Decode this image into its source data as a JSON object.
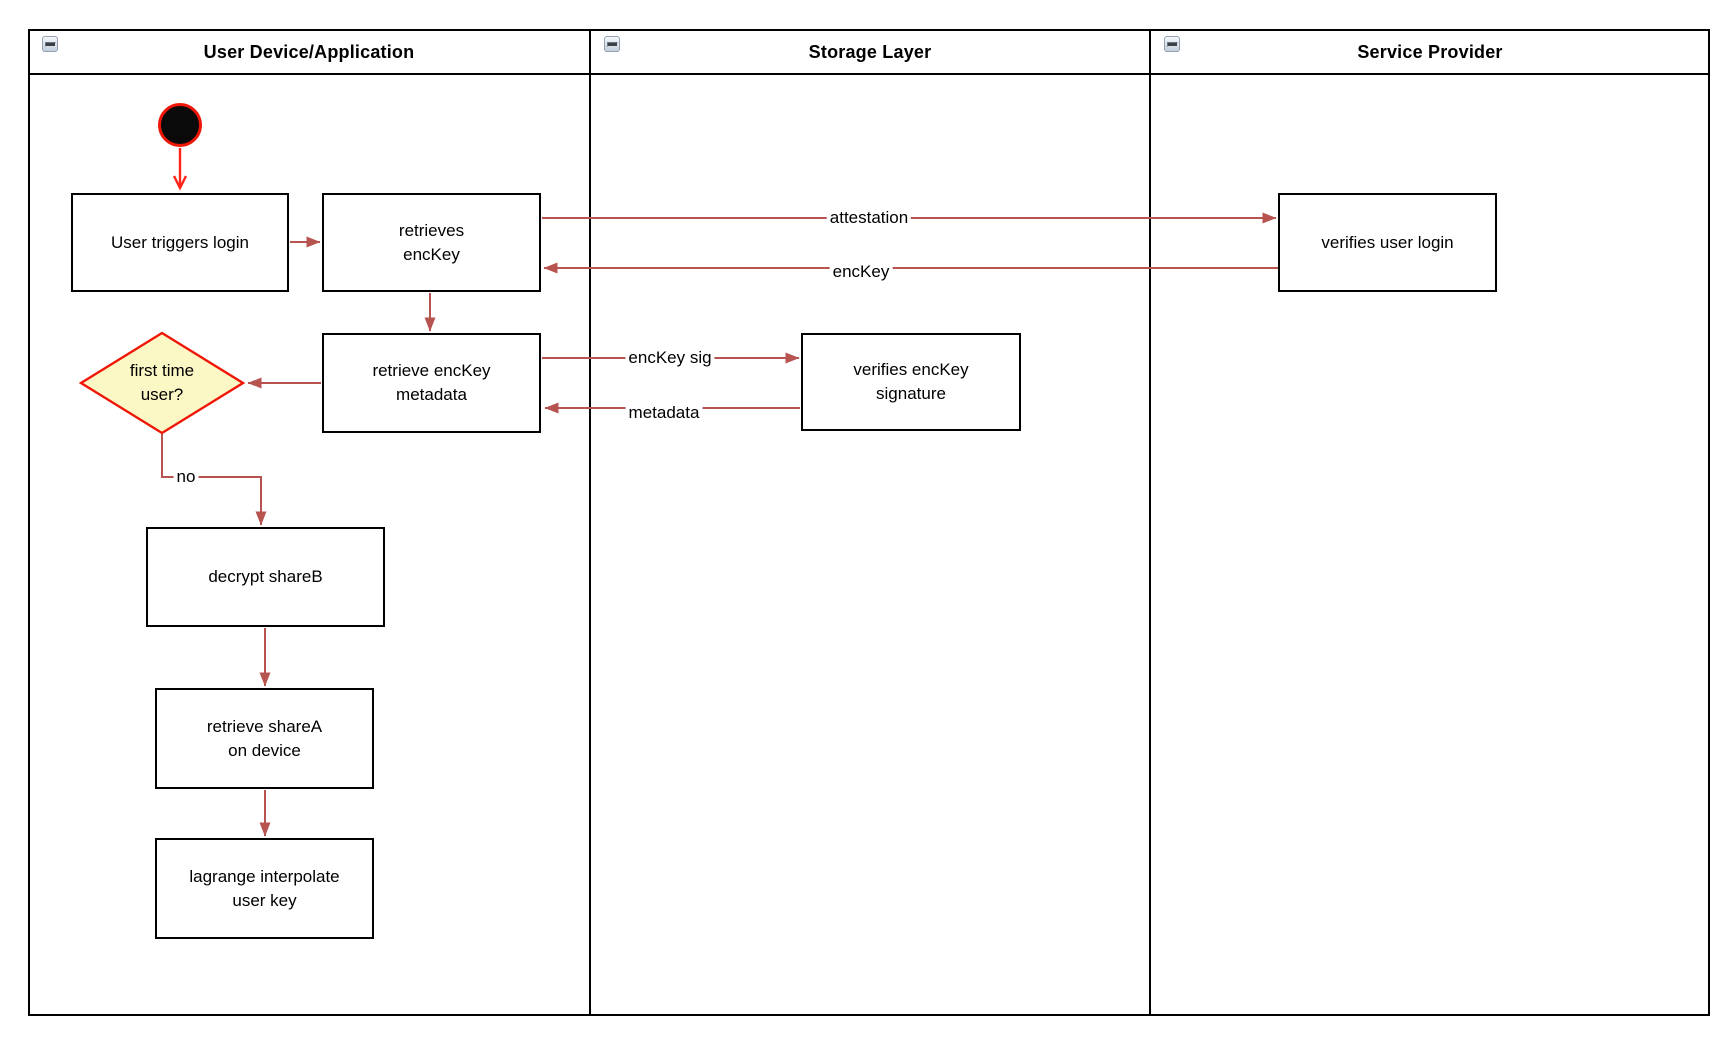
{
  "diagram": {
    "lanes": [
      {
        "title": "User Device/Application"
      },
      {
        "title": "Storage Layer"
      },
      {
        "title": "Service Provider"
      }
    ]
  },
  "nodes": {
    "start": {
      "type": "initial-node"
    },
    "user_triggers_login": {
      "label": "User triggers login"
    },
    "retrieves_enckey": {
      "label": "retrieves\nencKey"
    },
    "verifies_user_login": {
      "label": "verifies user login"
    },
    "retrieve_enckey_metadata": {
      "label": "retrieve encKey\nmetadata"
    },
    "verifies_enckey_signature": {
      "label": "verifies encKey\nsignature"
    },
    "first_time_user": {
      "label": "first time\nuser?"
    },
    "decrypt_shareb": {
      "label": "decrypt shareB"
    },
    "retrieve_sharea": {
      "label": "retrieve shareA\non device"
    },
    "lagrange_interpolate": {
      "label": "lagrange interpolate\nuser key"
    }
  },
  "edge_labels": {
    "attestation": "attestation",
    "enckey": "encKey",
    "enckey_sig": "encKey sig",
    "metadata": "metadata",
    "no": "no"
  },
  "colors": {
    "edge": "#B85450",
    "start_arrow": "#FF2318",
    "start_ring": "#EE1708",
    "diamond_fill": "#FBF8C5",
    "diamond_border": "#F01607",
    "shape_border": "#000000",
    "shape_fill": "#FFFFFF"
  }
}
